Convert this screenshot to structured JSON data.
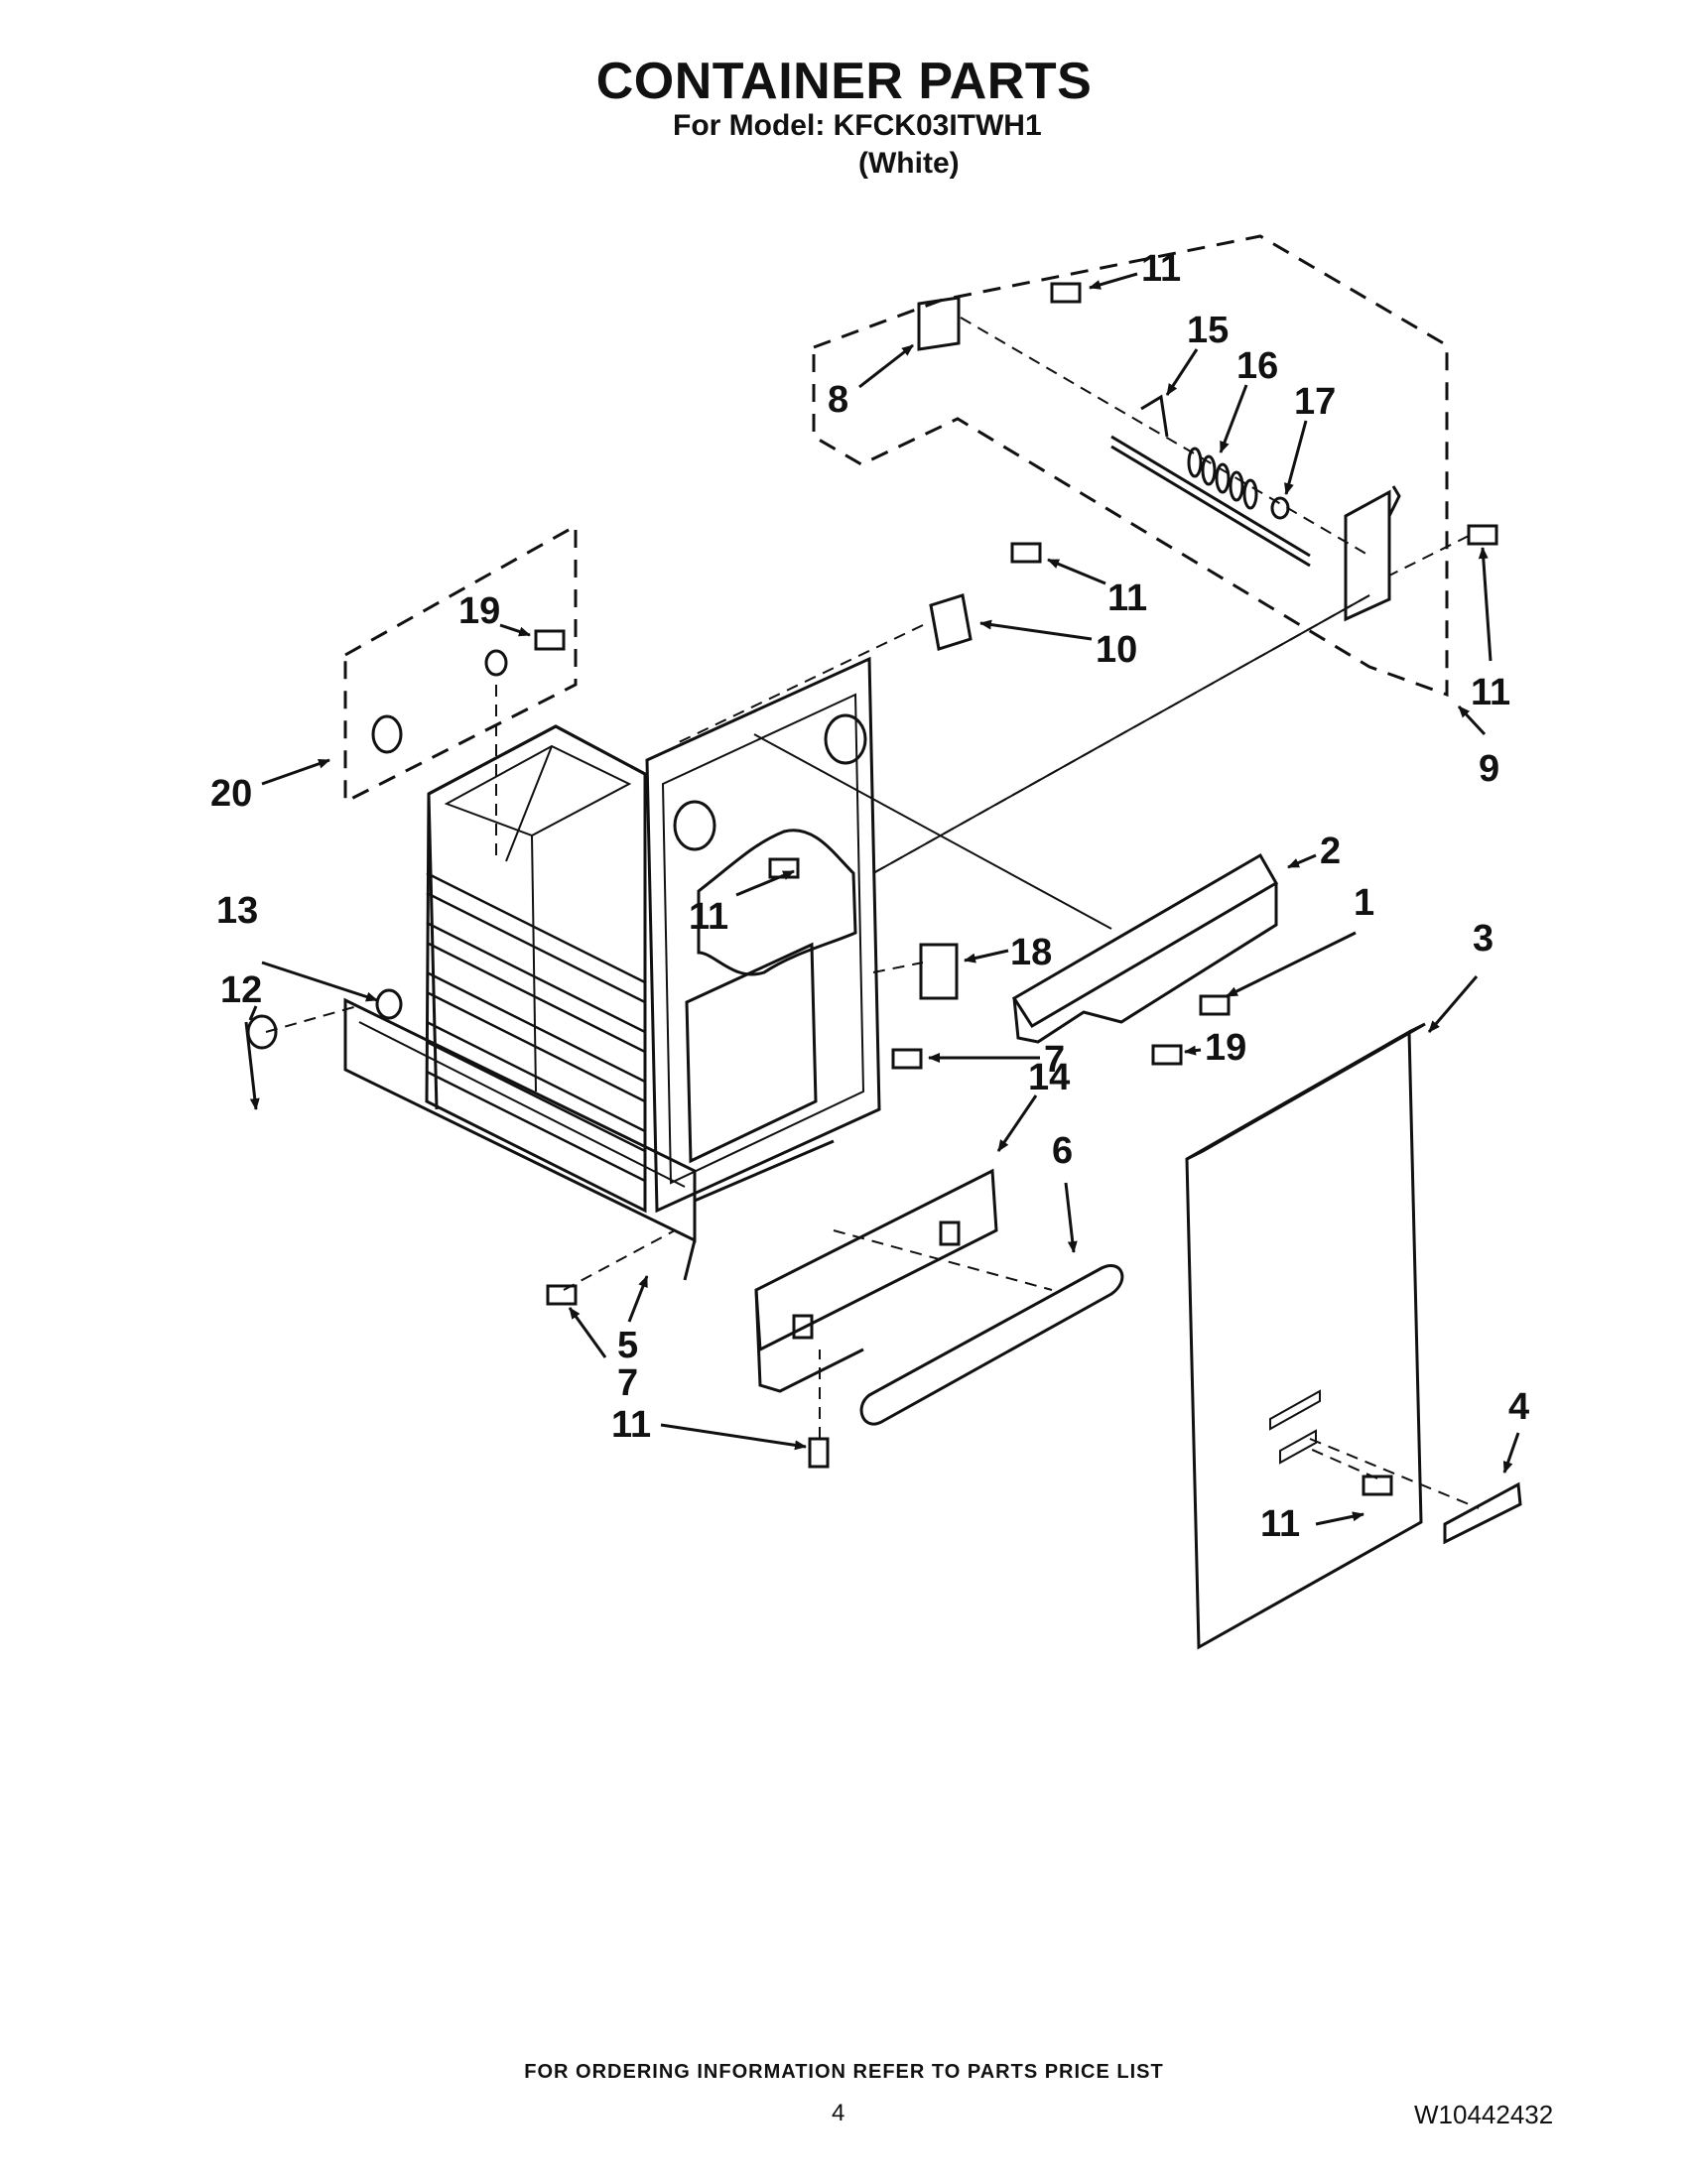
{
  "header": {
    "title": "CONTAINER PARTS",
    "model_line": "For Model: KFCK03ITWH1",
    "variant": "(White)"
  },
  "callouts": {
    "c11_top": "11",
    "c15": "15",
    "c16": "16",
    "c17": "17",
    "c8": "8",
    "c19_left": "19",
    "c11_mount": "11",
    "c10": "10",
    "c11_right": "11",
    "c9": "9",
    "c20": "20",
    "c2": "2",
    "c1": "1",
    "c3": "3",
    "c13": "13",
    "c11_mid": "11",
    "c18": "18",
    "c12": "12",
    "c19_right": "19",
    "c7_upper": "7",
    "c14": "14",
    "c6": "6",
    "c5": "5",
    "c7_lower": "7",
    "c11_bottom": "11",
    "c4": "4",
    "c11_door": "11"
  },
  "footer": {
    "note": "FOR ORDERING INFORMATION REFER TO PARTS PRICE LIST",
    "page_number": "4",
    "doc_number": "W10442432"
  }
}
